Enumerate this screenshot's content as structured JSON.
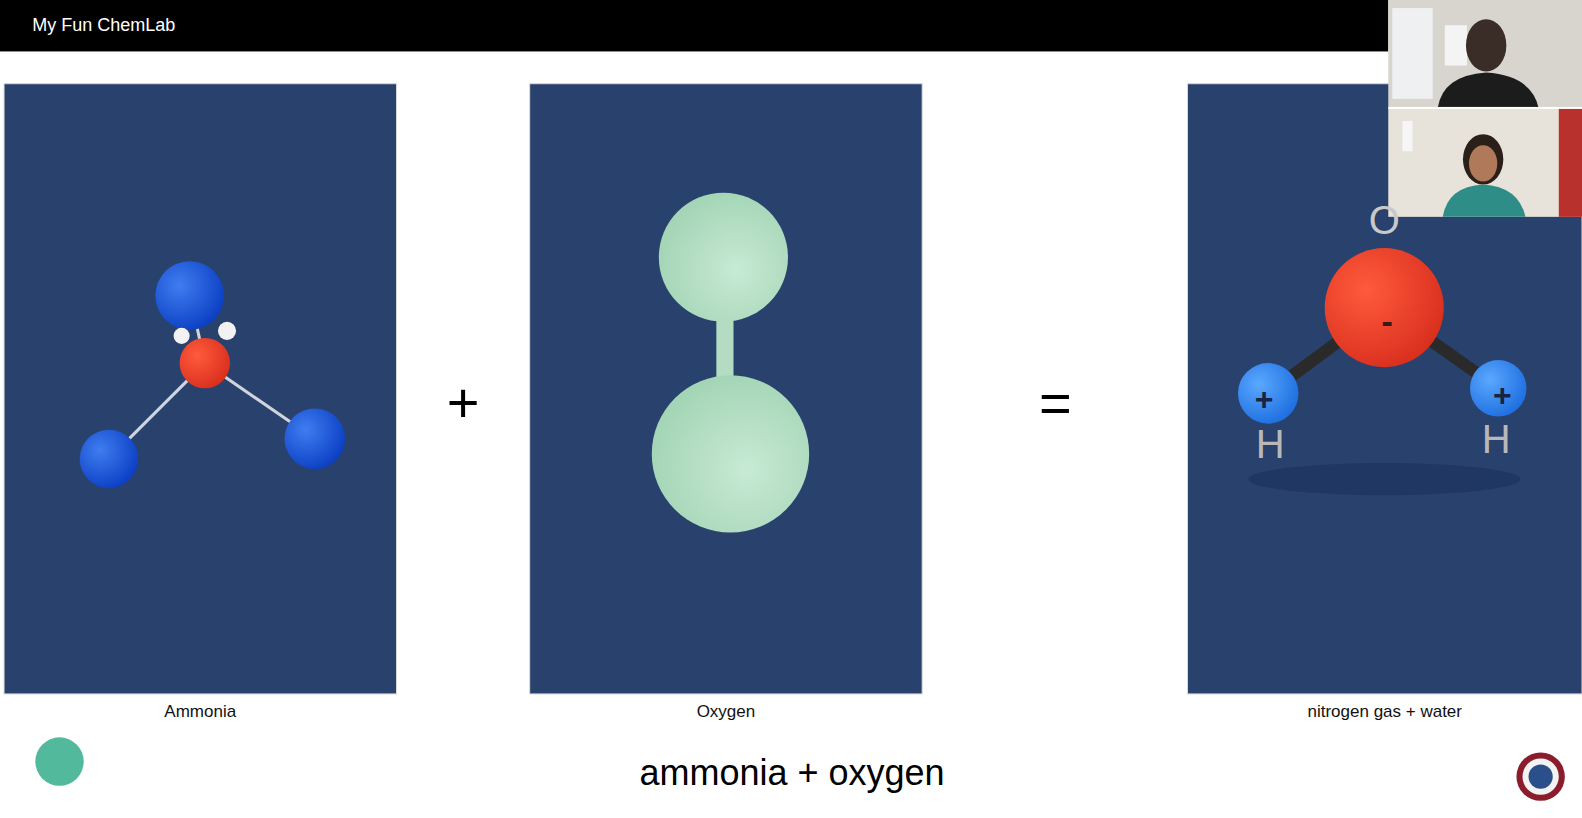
{
  "diagram": {
    "title": "My Fun ChemLab",
    "caption": "ammonia + oxygen",
    "nodes": [
      {
        "text": [
          "Ammonia"
        ]
      },
      {
        "text": [
          "Oxygen"
        ]
      },
      {
        "text": [
          "nitrogen gas + water"
        ]
      }
    ],
    "labels": [
      "+",
      "=",
      "O",
      "-",
      "+",
      "+",
      "H",
      "H"
    ]
  }
}
